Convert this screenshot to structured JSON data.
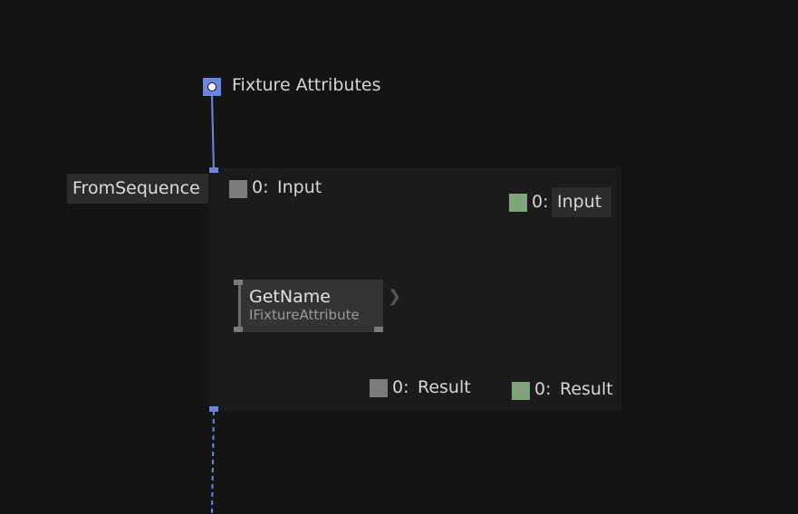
{
  "graph": {
    "top_input": {
      "label": "Fixture Attributes"
    },
    "region": {
      "label": "FromSequence"
    },
    "left_column": {
      "input": {
        "index": "0:",
        "label": "Input"
      },
      "node": {
        "title": "GetName",
        "subtitle": "IFixtureAttribute"
      },
      "result": {
        "index": "0:",
        "label": "Result"
      }
    },
    "right_column": {
      "input": {
        "index": "0:",
        "label": "Input"
      },
      "result": {
        "index": "0:",
        "label": "Result"
      }
    },
    "expand_glyph": "❯"
  },
  "colors": {
    "background": "#141414",
    "region_body": "#1b1b1b",
    "node_fill": "#333333",
    "pin_gray": "#7b7b7b",
    "pin_green": "#7fa47c",
    "pin_blue": "#6c86e0"
  },
  "icons": {
    "fixture_pin": "circle-dot-icon",
    "expand": "chevron-right-icon"
  }
}
